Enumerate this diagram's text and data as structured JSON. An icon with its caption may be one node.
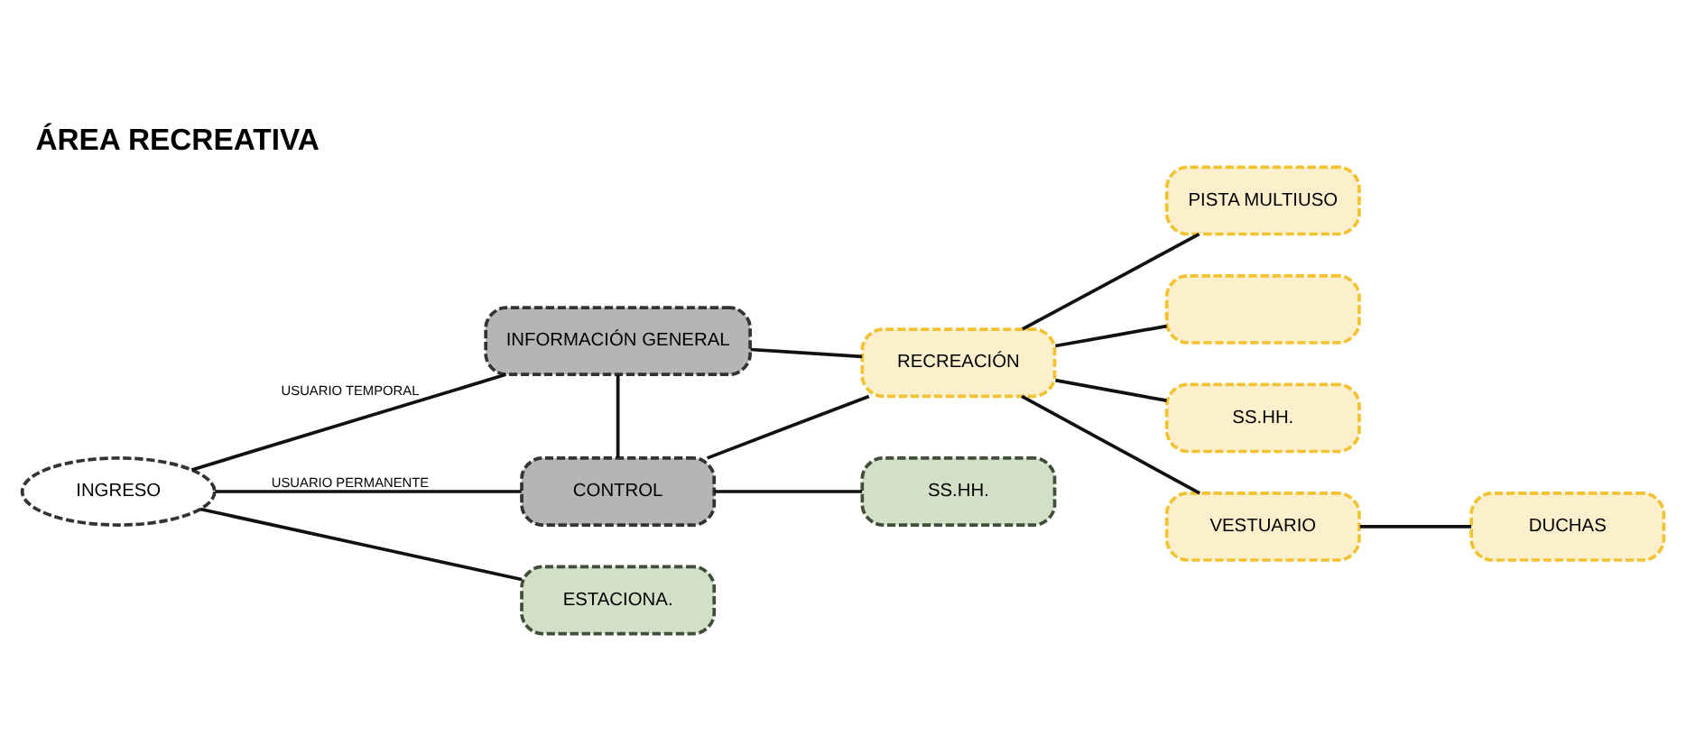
{
  "diagram": {
    "title": "ÁREA RECREATIVA",
    "nodes": [
      {
        "text": [
          "PISTA MULTIUSO"
        ]
      },
      {
        "text": [
          "INFORMACIÓN GENERAL"
        ]
      },
      {
        "text": [],
        "shape": "box"
      },
      {
        "text": [
          "INGRESO"
        ]
      },
      {
        "text": [
          "RECREACIÓN"
        ]
      },
      {
        "text": [
          "SS.HH."
        ]
      },
      {
        "text": [
          "CONTROL"
        ]
      },
      {
        "text": [
          "ESTACIONA."
        ]
      },
      {
        "text": [
          "VESTUARIO"
        ]
      },
      {
        "text": [
          "DUCHAS"
        ]
      },
      {
        "text": [
          "SS.HH."
        ]
      }
    ],
    "edges": [
      {
        "from": 3,
        "to": 1,
        "arrow": "none",
        "label": "USUARIO TEMPORAL"
      },
      {
        "from": 3,
        "to": 6,
        "arrow": "none",
        "label": "USUARIO PERMANENTE"
      },
      {
        "from": 3,
        "to": 7,
        "arrow": "none"
      },
      {
        "from": 1,
        "to": 6,
        "arrow": "none"
      },
      {
        "from": 1,
        "to": 4,
        "arrow": "none"
      },
      {
        "from": 6,
        "to": 4,
        "arrow": "none"
      },
      {
        "from": 6,
        "to": 10,
        "arrow": "none"
      },
      {
        "from": 4,
        "to": 0,
        "arrow": "none"
      },
      {
        "from": 4,
        "to": 2,
        "arrow": "none"
      },
      {
        "from": 4,
        "to": 5,
        "arrow": "none"
      },
      {
        "from": 4,
        "to": 8,
        "arrow": "none"
      },
      {
        "from": 8,
        "to": 9,
        "arrow": "none"
      }
    ]
  }
}
